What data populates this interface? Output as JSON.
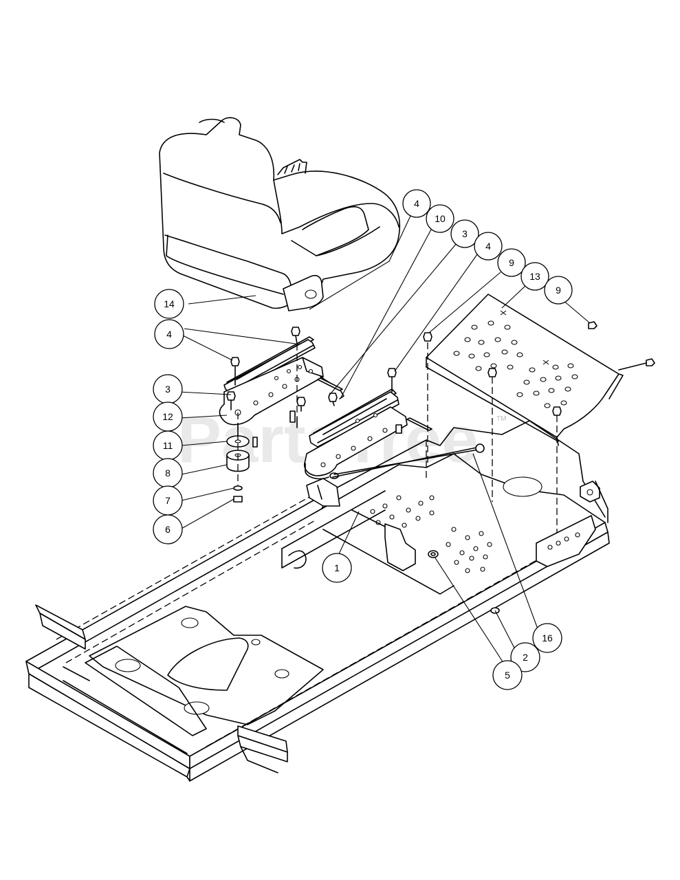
{
  "watermark": "PartsTree",
  "trademark": "TM",
  "callouts": [
    {
      "label": "4"
    },
    {
      "label": "10"
    },
    {
      "label": "3"
    },
    {
      "label": "4"
    },
    {
      "label": "9"
    },
    {
      "label": "13"
    },
    {
      "label": "9"
    },
    {
      "label": "14"
    },
    {
      "label": "4"
    },
    {
      "label": "3"
    },
    {
      "label": "12"
    },
    {
      "label": "11"
    },
    {
      "label": "8"
    },
    {
      "label": "7"
    },
    {
      "label": "6"
    },
    {
      "label": "1"
    },
    {
      "label": "16"
    },
    {
      "label": "2"
    },
    {
      "label": "5"
    }
  ]
}
